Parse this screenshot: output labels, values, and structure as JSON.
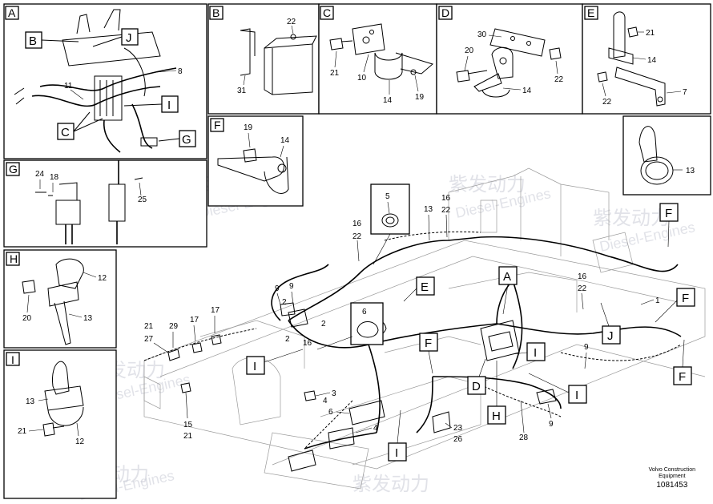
{
  "panels": {
    "A": {
      "letter": "A",
      "callouts": [
        "B",
        "J",
        "C",
        "I",
        "G"
      ],
      "parts": [
        "8",
        "11"
      ]
    },
    "B": {
      "letter": "B",
      "parts": [
        "22",
        "31"
      ]
    },
    "C": {
      "letter": "C",
      "parts": [
        "21",
        "10",
        "14",
        "19"
      ]
    },
    "D": {
      "letter": "D",
      "parts": [
        "30",
        "20",
        "22",
        "14"
      ]
    },
    "E": {
      "letter": "E",
      "parts": [
        "21",
        "14",
        "22",
        "7"
      ]
    },
    "E2": {
      "parts": [
        "13"
      ]
    },
    "F": {
      "letter": "F",
      "parts": [
        "19",
        "14"
      ]
    },
    "G": {
      "letter": "G",
      "parts": [
        "24",
        "18",
        "25"
      ]
    },
    "H": {
      "letter": "H",
      "parts": [
        "12",
        "20",
        "13"
      ]
    },
    "I": {
      "letter": "I",
      "parts": [
        "13",
        "21",
        "12"
      ]
    }
  },
  "main": {
    "callouts": [
      "F",
      "A",
      "E",
      "F",
      "J",
      "I",
      "F",
      "I",
      "D",
      "H",
      "I",
      "F",
      "I"
    ],
    "parts": {
      "p5": "5",
      "p16a": "16",
      "p22a": "22",
      "p13": "13",
      "p16b": "16",
      "p22b": "22",
      "p16c": "16",
      "p22c": "22",
      "p1": "1",
      "p9a": "9",
      "p9b": "9",
      "p2a": "2",
      "p17a": "17",
      "p21a": "21",
      "p27": "27",
      "p29": "29",
      "p17b": "17",
      "p2b": "2",
      "p16d": "16",
      "p2c": "2",
      "p6a": "6",
      "p3": "3",
      "p15": "15",
      "p21b": "21",
      "p4a": "4",
      "p6b": "6",
      "p4b": "4",
      "p23": "23",
      "p26": "26",
      "p28": "28",
      "p9c": "9",
      "p9d": "9"
    }
  },
  "watermark": {
    "cn": "紫发动力",
    "en": "Diesel-Engines"
  },
  "footer": {
    "brand": "Volvo Construction",
    "brand2": "Equipment",
    "code": "1081453"
  }
}
